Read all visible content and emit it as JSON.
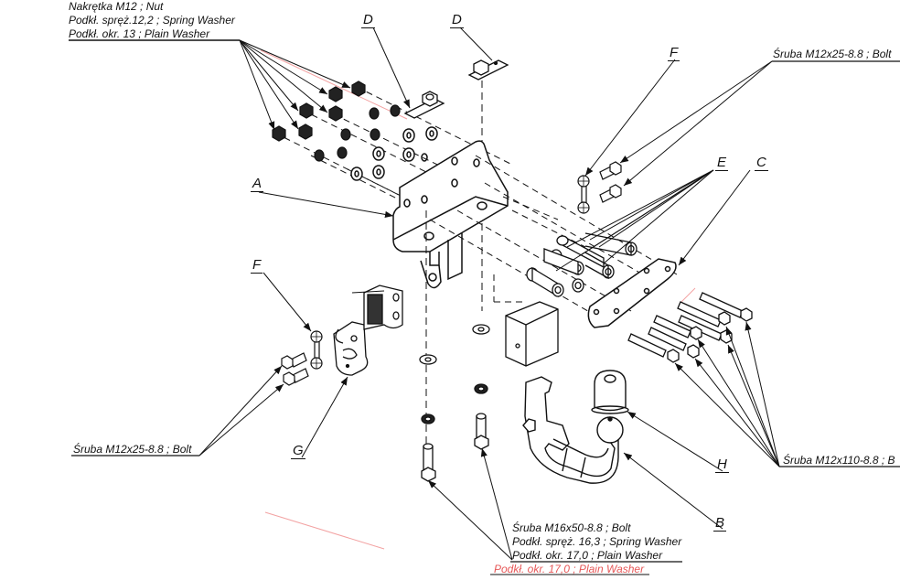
{
  "diagram": {
    "title": "Tow bar exploded assembly drawing",
    "part_labels": {
      "A": "A",
      "B": "B",
      "C": "C",
      "D1": "D",
      "D2": "D",
      "E": "E",
      "F1": "F",
      "F2": "F",
      "G": "G",
      "H": "H"
    },
    "callouts": {
      "nut_group": {
        "line1": "Nakrętka  M12 ; Nut",
        "line2": "Podkł. spręż.12,2 ; Spring Washer",
        "line3": "Podkł. okr. 13 ; Plain Washer"
      },
      "bolt_top_right": "Śruba M12x25-8.8 ;  Bolt",
      "bolt_left": "Śruba M12x25-8.8 ;  Bolt",
      "bolt_long_right": "Śruba M12x110-8.8 ;  B",
      "bolt_bottom": {
        "line1": "Śruba M16x50-8.8 ;  Bolt",
        "line2": "Podkł. spręż. 16,3 ; Spring Washer",
        "line3": "Podkł. okr. 17,0 ; Plain Washer",
        "line4_ghost": "Podkł. okr. 17,0 ; Plain Washer"
      }
    },
    "colors": {
      "ink": "#111111",
      "accent_red": "#e23a3a",
      "background": "#ffffff"
    }
  }
}
